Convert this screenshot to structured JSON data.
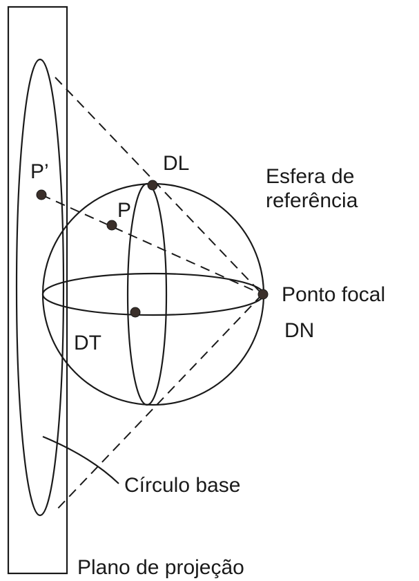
{
  "labels": {
    "p_prime": "P’",
    "p": "P",
    "dl": "DL",
    "dt": "DT",
    "dn": "DN",
    "esfera_line1": "Esfera de",
    "esfera_line2": "referência",
    "ponto_focal": "Ponto focal",
    "circulo_base": "Círculo base",
    "plano_projecao": "Plano de projeção"
  },
  "colors": {
    "ink": "#1a1a1a",
    "point_fill": "#3a2f2a",
    "background": "#ffffff"
  }
}
